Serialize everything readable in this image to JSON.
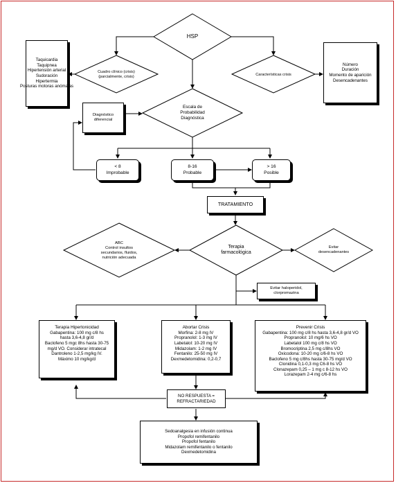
{
  "hsp": "HSP",
  "cuadro_clinico": "Cuadro clínico (crisis)(parcialmente, crisis)",
  "caracteristicas": "Características crisis",
  "clinical_signs": [
    "Taquicardia",
    "Taquipnea",
    "Hipertensión arterial",
    "Sudoración",
    "Hipertermia",
    "Posturas motoras anómalas"
  ],
  "crisis_features": [
    "Número",
    "Duración",
    "Momento de aparición",
    "Desencadenantes"
  ],
  "diagnostico_diferencial": "Diagnóstico diferencial",
  "escala": [
    "Escala de",
    "Probabilidad",
    "Diagnóstica"
  ],
  "score_improbable": [
    "< 8",
    "Improbable"
  ],
  "score_probable": [
    "8-16",
    "Probable"
  ],
  "score_posible": [
    "> 16",
    "Posible"
  ],
  "tratamiento": "TRATAMIENTO",
  "abc": [
    "ABC",
    "Control insultos",
    "secundarios, fluidos,",
    "nutrición adecuada"
  ],
  "terapia": [
    "Terapia",
    "farmacológica"
  ],
  "evitar_desencadenantes": [
    "Evitar",
    "desencadenantes"
  ],
  "evitar_haloperidol": [
    "Evitar haloperidol,",
    "clorpromazina"
  ],
  "terapia_hipertonicidad": {
    "title": "Terapia Hipertonicidad",
    "items": [
      "Gabapentina: 100 mg c/8 hs",
      "hasta 3,6-4,8 gr/d",
      "Baclofeno 5 mgc 8hs hasta 30-75",
      "mg/d VO. Considerar intratecal",
      "Dantroleno 1-2,5 mg/kg IV.",
      "Máximo 10 mg/kg/d"
    ]
  },
  "abortar_crisis": {
    "title": "Abortar Crisis",
    "items": [
      "Morfina: 2-8 mg IV",
      "Propranolol: 1-3 mg IV",
      "Labetalol: 10-20 mg IV",
      "Midazolam: 1-2 mg IV",
      "Fentanilo: 25-50 mg IV",
      "Dexmedetomidina: 0,2-0,7"
    ]
  },
  "prevenir_crisis": {
    "title": "Prevenir Crisis",
    "items": [
      "Gabapentina: 100 mg c/8 hs hasta 3,6-4,8 gr/d VO",
      "Propranolol: 10 mg/6 hs VO",
      "Labetalol 100 mg c/8 hs VO",
      "Bromocriptina 2,5 mg c/8hs VO",
      "Oxicodona: 10-20 mg c/6-8 hs VO",
      "Baclofeno 5 mg c/8hs hasta 30-75 mg/d VO",
      "Clonidina 0,1-0,3 mg C6-8 hs VO",
      "Clonazepam 0,25 – 1 mg c 8-12 hs VO",
      "Lorazepam 2-4 mg c/6-8 hs"
    ]
  },
  "no_respuesta": [
    "NO RESPUESTA =",
    "REFRACTARIEDAD"
  ],
  "sedoanalgesia": [
    "Sedoanalgesia en infusión continua",
    "Propofol remifentanilo",
    "Propofol fentanilo",
    "Midazolam remifentanilo o fentanilo",
    "Dexmedetomidina"
  ]
}
